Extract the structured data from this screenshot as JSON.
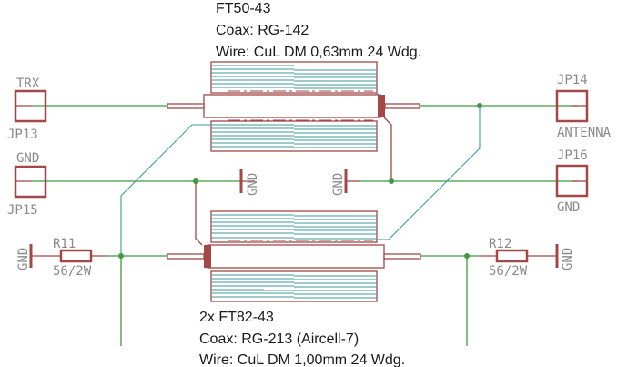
{
  "title": "Balun / Choke schematic",
  "transformer_top": {
    "name": "FT50-43",
    "coax": "Coax: RG-142",
    "wire": "Wire: CuL DM 0,63mm   24 Wdg."
  },
  "transformer_bottom": {
    "name": "2x FT82-43",
    "coax": "Coax: RG-213 (Aircell-7)",
    "wire": "Wire: CuL DM 1,00mm   24 Wdg."
  },
  "connectors": {
    "jp13": {
      "ref": "JP13",
      "label": "TRX"
    },
    "jp15": {
      "ref": "JP15",
      "label": "GND"
    },
    "jp14": {
      "ref": "JP14",
      "label": "ANTENNA"
    },
    "jp16": {
      "ref": "JP16",
      "label": "GND"
    }
  },
  "resistors": {
    "r11": {
      "ref": "R11",
      "value": "56/2W"
    },
    "r12": {
      "ref": "R12",
      "value": "56/2W"
    }
  },
  "ground_symbols": {
    "gnd_left": "GND",
    "gnd_right": "GND",
    "gnd_mid_left": "GND",
    "gnd_mid_right": "GND"
  },
  "colors": {
    "net": "#3f9a3f",
    "winding": "#3d9a9a",
    "component": "#a34747",
    "text": "#1a1a1a",
    "label": "#8a8a8a"
  }
}
